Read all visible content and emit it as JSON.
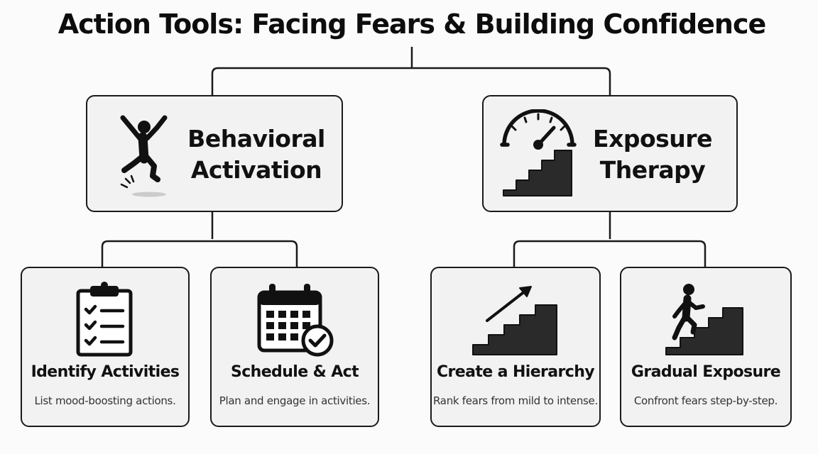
{
  "title": "Action Tools: Facing Fears & Building Confidence",
  "branches": [
    {
      "label_line1": "Behavioral",
      "label_line2": "Activation",
      "icon": "jumping-person-icon",
      "children": [
        {
          "title": "Identify Activities",
          "description": "List mood-boosting actions.",
          "icon": "clipboard-checklist-icon"
        },
        {
          "title": "Schedule & Act",
          "description": "Plan and engage in activities.",
          "icon": "calendar-check-icon"
        }
      ]
    },
    {
      "label_line1": "Exposure",
      "label_line2": "Therapy",
      "icon": "gauge-stairs-icon",
      "children": [
        {
          "title": "Create a Hierarchy",
          "description": "Rank fears from mild to intense.",
          "icon": "stairs-arrow-icon"
        },
        {
          "title": "Gradual Exposure",
          "description": "Confront fears step-by-step.",
          "icon": "person-climbing-stairs-icon"
        }
      ]
    }
  ]
}
